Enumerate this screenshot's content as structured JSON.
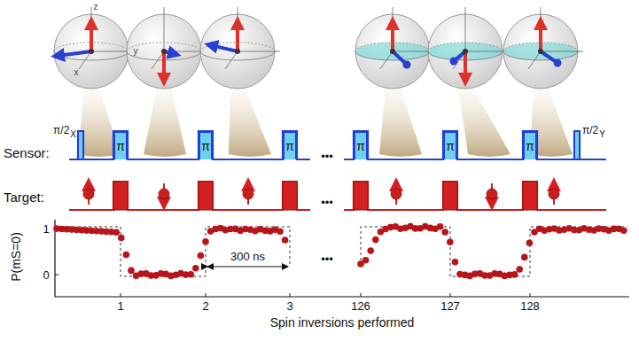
{
  "diagram": {
    "nodes": [
      {
        "text": [
          "π/2",
          "X"
        ]
      },
      {
        "text": [
          "π"
        ]
      },
      {
        "text": [
          "π"
        ]
      },
      {
        "text": [
          "π"
        ]
      },
      {
        "text": [
          "π"
        ]
      },
      {
        "text": [
          "π"
        ]
      },
      {
        "text": [
          "π"
        ]
      },
      {
        "text": [
          "π/2",
          "Y"
        ]
      }
    ],
    "labels": [
      "z",
      "y",
      "x",
      "Sensor:",
      "•••",
      "Target:",
      "•••",
      "P(mS=0)",
      "1",
      "0",
      "•••",
      "300 ns",
      "1",
      "2",
      "3",
      "126",
      "127",
      "128",
      "Spin inversions performed"
    ]
  }
}
